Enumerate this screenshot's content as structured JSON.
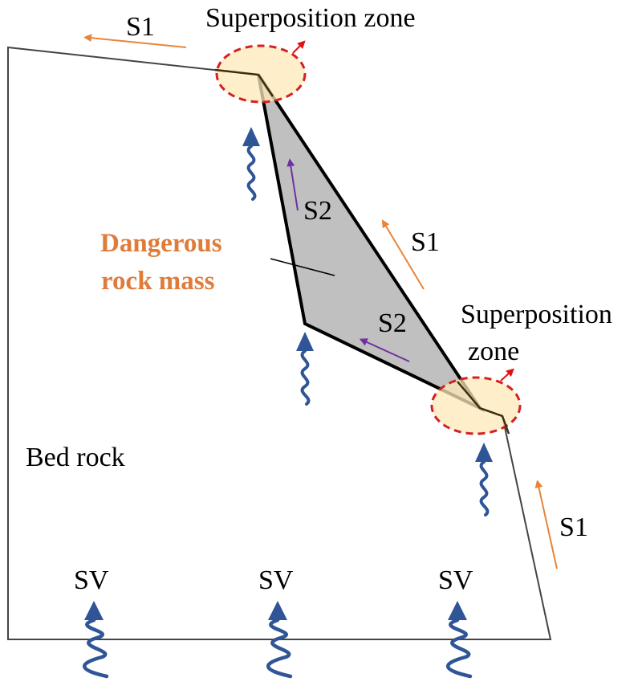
{
  "labels": {
    "superposition_top": "Superposition zone",
    "superposition_right_line1": "Superposition",
    "superposition_right_line2": "zone",
    "dangerous_line1": "Dangerous",
    "dangerous_line2": "rock mass",
    "bed_rock": "Bed rock",
    "s1_top": "S1",
    "s1_slope": "S1",
    "s1_lower": "S1",
    "s2_upper": "S2",
    "s2_lower": "S2",
    "sv_left": "SV",
    "sv_middle": "SV",
    "sv_right": "SV"
  },
  "colors": {
    "outline": "#444444",
    "rock_fill": "#c0c0c0",
    "zone_fill": "#fde9b8",
    "zone_stroke": "#d42020",
    "s1_arrow": "#e8843a",
    "s2_arrow": "#7030a0",
    "sv_wave": "#2f5597",
    "danger_text": "#e07b39"
  },
  "icons": {
    "sv_wave": "wavy-up-arrow-icon",
    "expand": "red-arrow-icon"
  }
}
